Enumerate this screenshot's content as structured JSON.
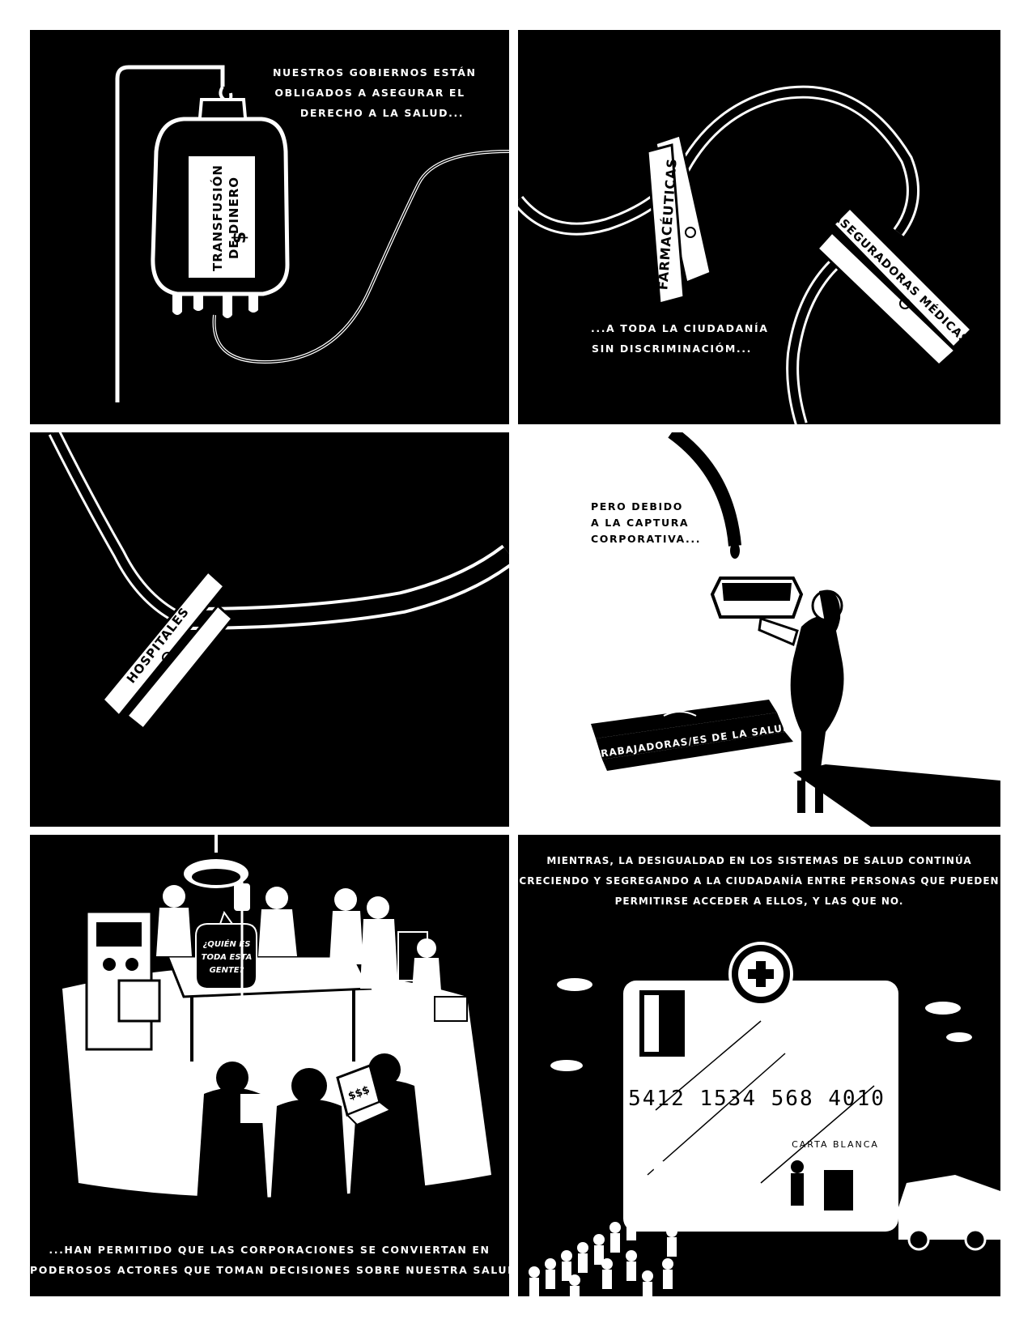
{
  "panel1": {
    "caption": [
      "Nuestros gobiernos están",
      "obligados a asegurar el",
      "derecho a la salud..."
    ],
    "bag_label": [
      "TRANSFUSIÓN",
      "DE DINERO"
    ],
    "bag_symbol": "$"
  },
  "panel2": {
    "caption": [
      "...a toda la ciudadanía",
      "sin discriminaciÓm..."
    ],
    "clip1_label": "FARMACÉUTICAS",
    "clip2_label": "ASEGURADORAS MÉDICAS"
  },
  "panel3": {
    "clip_label": "HOSPITALES"
  },
  "panel4": {
    "caption": [
      "Pero debido",
      "a la captura",
      "corporativa..."
    ],
    "clip_label": "TRABAJADORAS/ES DE LA SALUD"
  },
  "panel5": {
    "speech": [
      "¿QUIÉN ES",
      "TODA ESTA",
      "GENTE?"
    ],
    "laptop_text": "$$$",
    "caption": [
      "...han permitido que las corporaciones se conviertan en",
      "poderosos actores que toman decisiones sobre nuestra salud."
    ]
  },
  "panel6": {
    "caption": [
      "Mientras, la desigualdad en los sistemas de salud continúa",
      "creciendo y segregando a la ciudadanía entre personas que pueden",
      "permitirse acceder a ellos, y las que no."
    ],
    "card_number": "5412 1534 568 4010",
    "card_name": "CARTA BLANCA"
  },
  "colors": {
    "ink": "#000000",
    "paper": "#ffffff"
  }
}
